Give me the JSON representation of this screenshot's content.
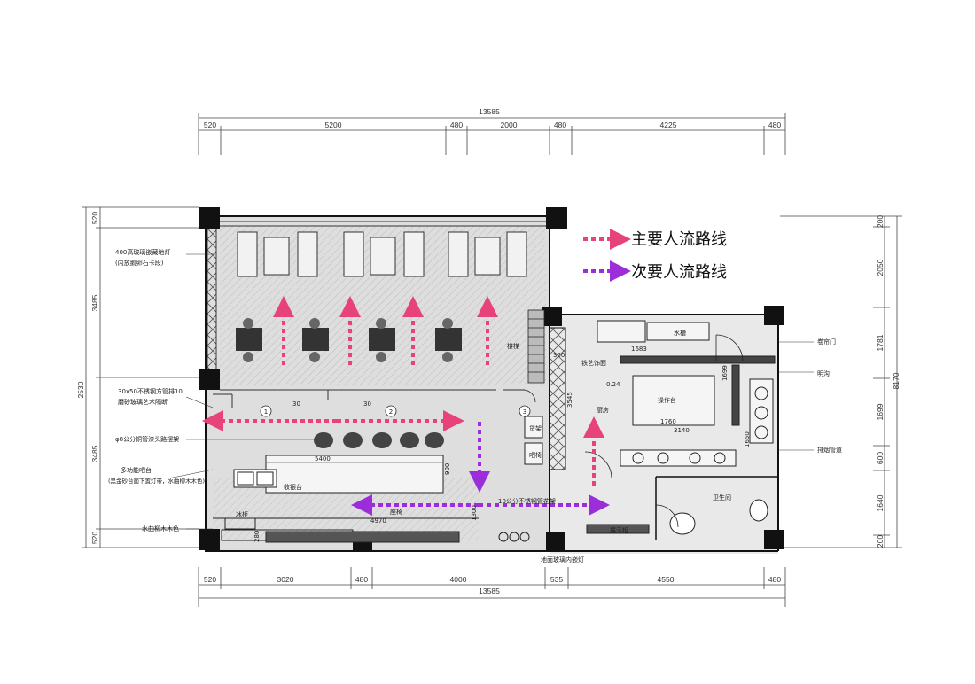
{
  "dims": {
    "top_total": "13585",
    "top_segments": [
      "520",
      "5200",
      "480",
      "2000",
      "480",
      "4225",
      "480"
    ],
    "bottom_segments": [
      "520",
      "3020",
      "480",
      "4000",
      "535",
      "4550",
      "480"
    ],
    "bottom_total": "13585",
    "left_segments": [
      "520",
      "3485",
      "3485",
      "520"
    ],
    "left_total": "2530",
    "right_segments": [
      "200",
      "2050",
      "1781",
      "1699",
      "600",
      "1640",
      "200"
    ],
    "right_total": "8170"
  },
  "legend": {
    "primary": "主要人流路线",
    "secondary": "次要人流路线",
    "primary_color": "#e8427a",
    "secondary_color": "#9b2ed8"
  },
  "labels": {
    "ceiling_light": "400高玻璃嵌藏地灯",
    "ceiling_light_sub": "(内放鹅卵石卡段)",
    "steel_pipe": "30x50不锈钢方管排10",
    "steel_pipe_sub": "磨砂玻璃艺术隔断",
    "copper_pipe": "φ8公分铜管漆头路摆架",
    "multi_counter": "多功能吧台",
    "multi_counter_sub": "(黑金砂台面下置灯带，水曲柳木木色)",
    "wood_strip": "水曲柳木木色",
    "cashier": "收银台",
    "stairs_top": "楼梯",
    "kitchen": "厨房",
    "work_table": "操作台",
    "restroom": "卫生间",
    "exhaust": "排烟管道",
    "rolling_door": "卷帘门",
    "window": "明沟",
    "display_rack": "货架",
    "bar_chair": "吧椅",
    "bottom_light": "地面玻璃内嵌灯",
    "cooler": "冰柜",
    "double_sink": "水槽",
    "showcase": "展示柜",
    "bar_front": "铁艺饰面",
    "grill_label": "10公分不锈钢管花架",
    "seat_label": "座椅",
    "mark_1": "1",
    "mark_2": "2",
    "mark_3": "3",
    "level": "0.24",
    "dim_5400": "5400",
    "dim_4970": "4970",
    "dim_1760": "1760",
    "dim_3140": "3140",
    "dim_1683": "1683",
    "dim_900": "900",
    "dim_1300": "1300",
    "dim_3545": "3545",
    "dim_1699": "1699",
    "dim_300": "300",
    "dim_30a": "30",
    "dim_30b": "30",
    "dim_280": "280",
    "dim_1650": "1650"
  }
}
